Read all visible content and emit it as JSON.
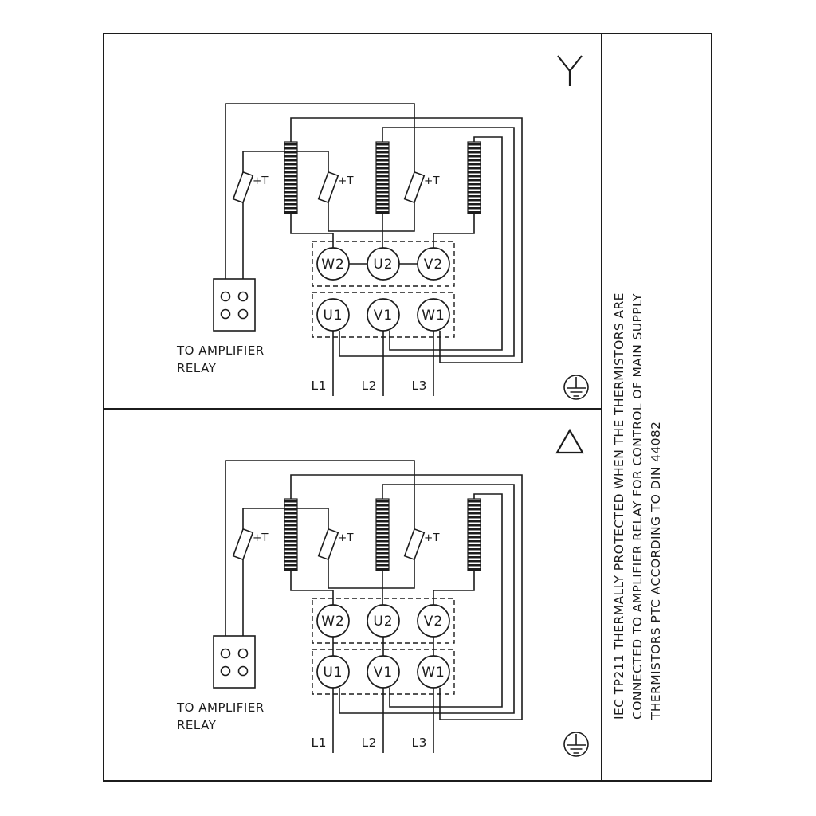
{
  "page": {
    "background": "#ffffff",
    "line_color": "#1c1c1c"
  },
  "note": {
    "lines": [
      "IEC TP211 THERMALLY PROTECTED WHEN THE THERMISTORS ARE",
      "CONNECTED TO AMPLIFIER RELAY FOR CONTROL OF MAIN SUPPLY",
      "THERMISTORS PTC ACCORDING TO DIN 44082"
    ]
  },
  "panels": [
    {
      "connection": "star",
      "symbol_icon": "star-icon",
      "terminals_top": [
        "W2",
        "U2",
        "V2"
      ],
      "terminals_bottom": [
        "U1",
        "V1",
        "W1"
      ],
      "supply_labels": [
        "L1",
        "L2",
        "L3"
      ],
      "thermistor_label": "+T",
      "relay_label": [
        "TO AMPLIFIER",
        "RELAY"
      ],
      "ground_icon": "earth-ground-icon"
    },
    {
      "connection": "delta",
      "symbol_icon": "delta-icon",
      "terminals_top": [
        "W2",
        "U2",
        "V2"
      ],
      "terminals_bottom": [
        "U1",
        "V1",
        "W1"
      ],
      "supply_labels": [
        "L1",
        "L2",
        "L3"
      ],
      "thermistor_label": "+T",
      "relay_label": [
        "TO AMPLIFIER",
        "RELAY"
      ],
      "ground_icon": "earth-ground-icon"
    }
  ]
}
